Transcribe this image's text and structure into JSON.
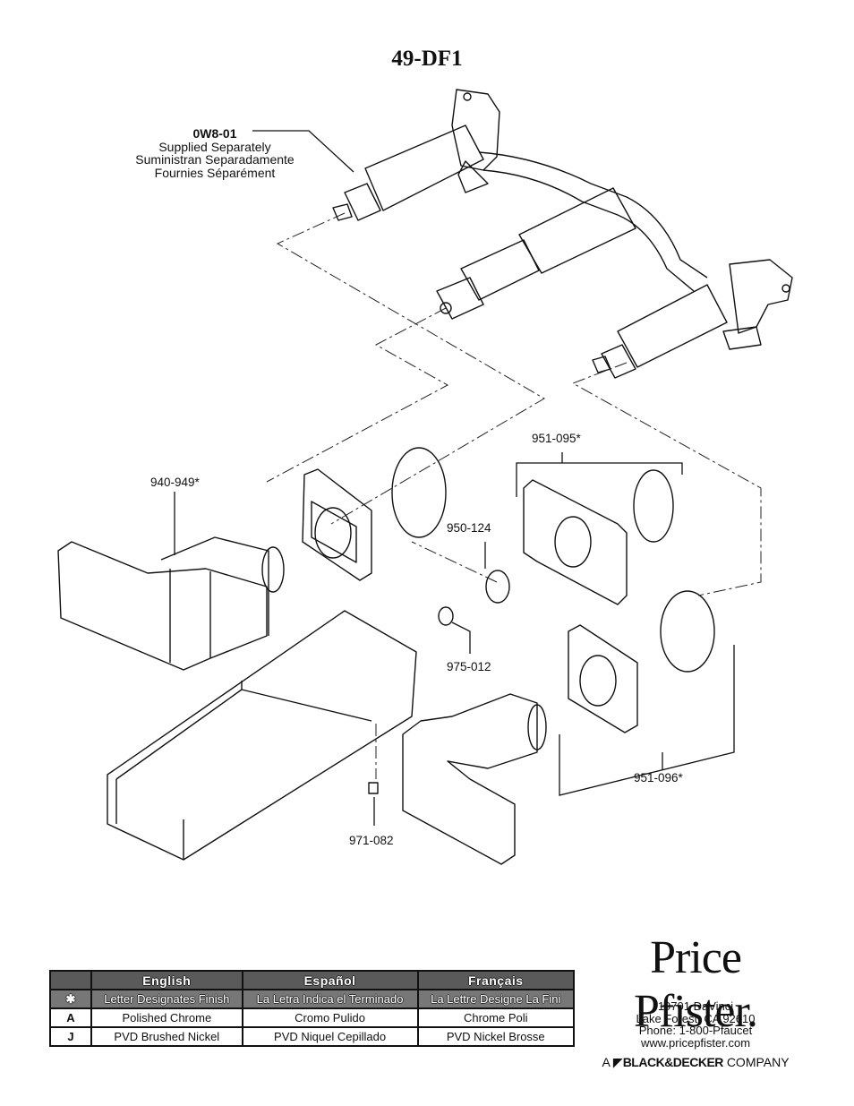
{
  "title": "49-DF1",
  "parts": {
    "valve": {
      "number": "0W8-01",
      "lines": [
        "Supplied Separately",
        "Suministran Separadamente",
        "Fournies Séparément"
      ]
    },
    "handle": "940-949*",
    "trim_upper": "951-095*",
    "aerator": "950-124",
    "bushing": "975-012",
    "set_screw": "971-082",
    "trim_lower": "951-096*"
  },
  "finish_table": {
    "headers": [
      "English",
      "Español",
      "Français"
    ],
    "key_symbol": "✱",
    "key_row": [
      "Letter Designates Finish",
      "La Letra Indica el Terminado",
      "La Lettre Designe La Fini"
    ],
    "rows": [
      {
        "code": "A",
        "values": [
          "Polished Chrome",
          "Cromo Pulido",
          "Chrome Poli"
        ]
      },
      {
        "code": "J",
        "values": [
          "PVD Brushed Nickel",
          "PVD Niquel Cepillado",
          "PVD Nickel Brosse"
        ]
      }
    ]
  },
  "brand": {
    "logo_text": "Price Pfister.",
    "address": [
      "19701 DaVinci",
      "Lake Forest, CA 92610",
      "Phone: 1-800-Pfaucet",
      "www.pricepfister.com"
    ],
    "company_prefix": "A",
    "parent": "BLACK&DECKER",
    "company_suffix": "COMPANY"
  }
}
